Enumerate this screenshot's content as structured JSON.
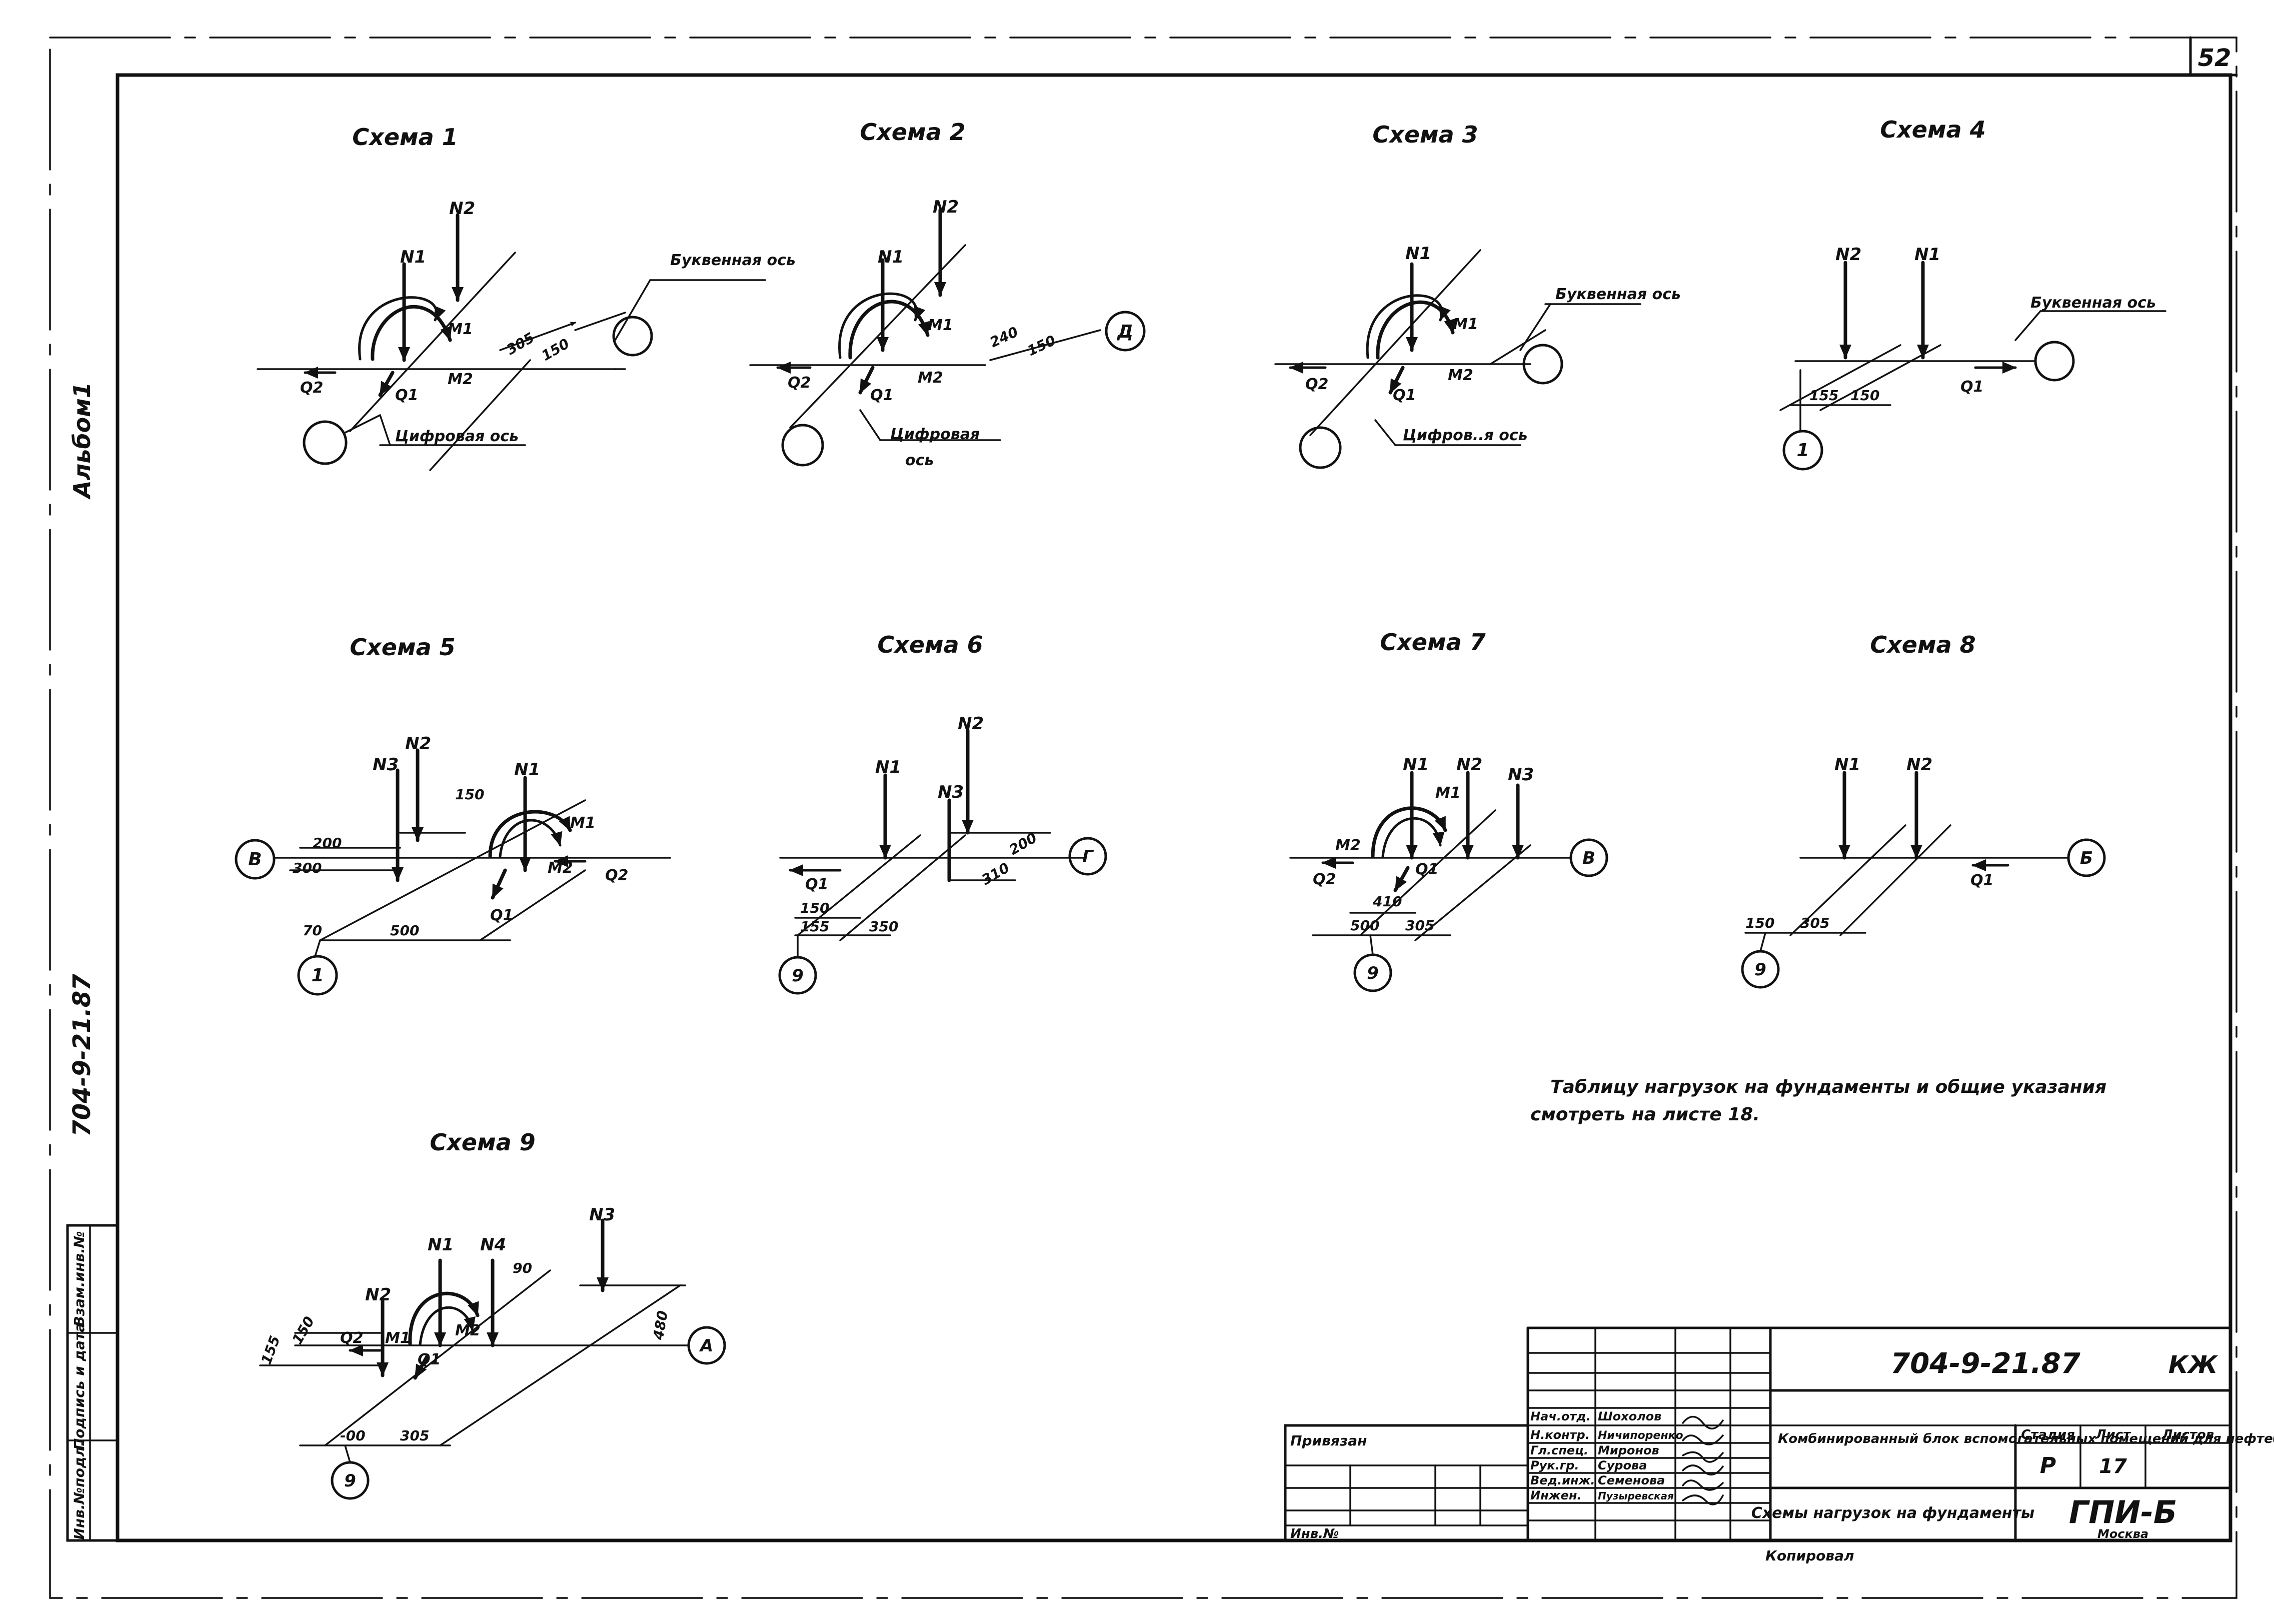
{
  "sheet_number": "52",
  "side_labels": {
    "top": "Альбом1",
    "middle": "704-9-21.87"
  },
  "side_stamp": [
    "Инв.№подл.",
    "Подпись и дата",
    "Взам.инв.№"
  ],
  "schemes": [
    {
      "title": "Схема 1",
      "labels": {
        "n1": "N1",
        "n2": "N2",
        "m1": "M1",
        "m2": "M2",
        "q1": "Q1",
        "q2": "Q2",
        "dim1": "305",
        "dim2": "150",
        "letter_axis": "Буквенная ось",
        "digit_axis": "Цифровая ось"
      }
    },
    {
      "title": "Схема 2",
      "labels": {
        "n1": "N1",
        "n2": "N2",
        "m1": "M1",
        "m2": "M2",
        "q1": "Q1",
        "q2": "Q2",
        "dim1": "240",
        "dim2": "150",
        "axis_d": "Д",
        "digit_axis_1": "Цифровая",
        "digit_axis_2": "ось"
      }
    },
    {
      "title": "Схема 3",
      "labels": {
        "n1": "N1",
        "m1": "M1",
        "m2": "M2",
        "q1": "Q1",
        "q2": "Q2",
        "letter_axis": "Буквенная ось",
        "digit_axis": "Цифров..я ось"
      }
    },
    {
      "title": "Схема 4",
      "labels": {
        "n1": "N1",
        "n2": "N2",
        "q1": "Q1",
        "dim1": "155",
        "dim2": "150",
        "letter_axis": "Буквенная ось",
        "axis_1": "1"
      }
    },
    {
      "title": "Схема 5",
      "labels": {
        "n1": "N1",
        "n2": "N2",
        "n3": "N3",
        "m1": "M1",
        "m2": "M2",
        "q1": "Q1",
        "q2": "Q2",
        "dim_150": "150",
        "dim_200": "200",
        "dim_300": "300",
        "dim_70": "70",
        "dim_500": "500",
        "axis_v": "В",
        "axis_1": "1"
      }
    },
    {
      "title": "Схема 6",
      "labels": {
        "n1": "N1",
        "n2": "N2",
        "n3": "N3",
        "q1": "Q1",
        "dim_150": "150",
        "dim_155": "155",
        "dim_350": "350",
        "dim_310": "310",
        "dim_200": "200",
        "axis_g": "Г",
        "axis_9": "9"
      }
    },
    {
      "title": "Схема 7",
      "labels": {
        "n1": "N1",
        "n2": "N2",
        "n3": "N3",
        "m1": "M1",
        "m2": "M2",
        "q1": "Q1",
        "q2": "Q2",
        "dim_410": "410",
        "dim_500": "500",
        "dim_305": "305",
        "axis_v": "В",
        "axis_9": "9"
      }
    },
    {
      "title": "Схема 8",
      "labels": {
        "n1": "N1",
        "n2": "N2",
        "q1": "Q1",
        "dim_150": "150",
        "dim_305": "305",
        "axis_b": "Б",
        "axis_9": "9"
      }
    },
    {
      "title": "Схема 9",
      "labels": {
        "n1": "N1",
        "n2": "N2",
        "n3": "N3",
        "n4": "N4",
        "m1": "M1",
        "m2": "M2",
        "q1": "Q1",
        "q2": "Q2",
        "dim_155": "155",
        "dim_150": "150",
        "dim_90": "90",
        "dim_480": "480",
        "dim_300": "-00",
        "dim_305": "305",
        "axis_a": "А",
        "axis_9": "9"
      }
    }
  ],
  "note": {
    "line1": "Таблицу нагрузок на фундаменты и общие указания",
    "line2": "смотреть на листе 18."
  },
  "title_block": {
    "doc_code": "704-9-21.87",
    "mark": "КЖ",
    "privyazan": "Привязан",
    "inv_no": "Инв.№",
    "roles": [
      "Нач.отд.",
      "Н.контр.",
      "Гл.спец.",
      "Рук.гр.",
      "Вед.инж.",
      "Инжен."
    ],
    "names": [
      "Шохолов",
      "Ничипоренко",
      "Миронов",
      "Сурова",
      "Семенова",
      "Пузыревская"
    ],
    "project": "Комбинированный блок вспомогательных помещений для нефтебаз",
    "stage_header": "Стадия",
    "sheet_header": "Лист",
    "sheets_header": "Листов",
    "stage": "Р",
    "sheet": "17",
    "sheets": "",
    "drawing_title": "Схемы нагрузок на фундаменты",
    "org": "ГПИ-Б",
    "city": "Москва",
    "copied": "Копировал"
  }
}
